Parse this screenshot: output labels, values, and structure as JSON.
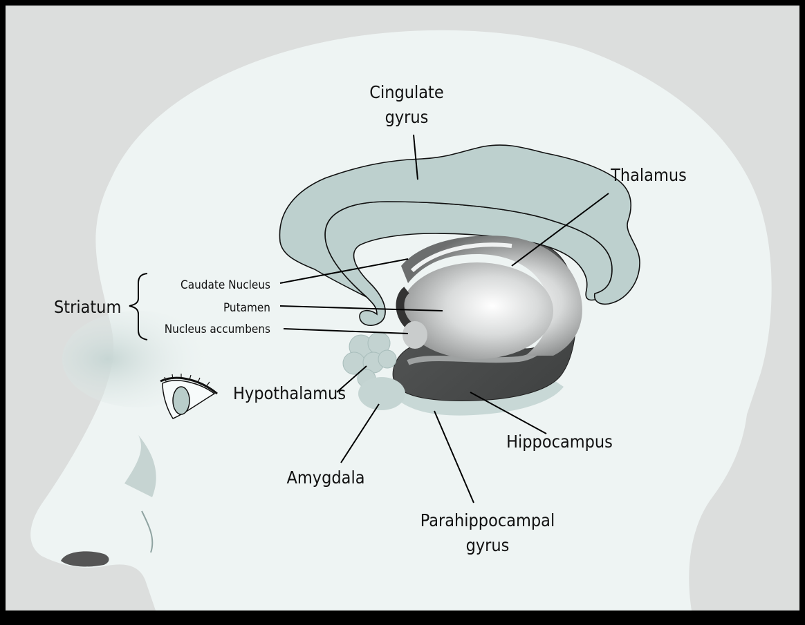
{
  "labels": {
    "cingulate_1": "Cingulate",
    "cingulate_2": "gyrus",
    "thalamus": "Thalamus",
    "striatum": "Striatum",
    "caudate": "Caudate Nucleus",
    "putamen": "Putamen",
    "accumbens": "Nucleus accumbens",
    "hypothalamus": "Hypothalamus",
    "amygdala": "Amygdala",
    "hippocampus": "Hippocampus",
    "parahippo_1": "Parahippocampal",
    "parahippo_2": "gyrus"
  },
  "colors": {
    "background": "#dcdedd",
    "head": "#eef4f3",
    "limbic_fill": "#bdd0ce",
    "outline": "#111111"
  }
}
